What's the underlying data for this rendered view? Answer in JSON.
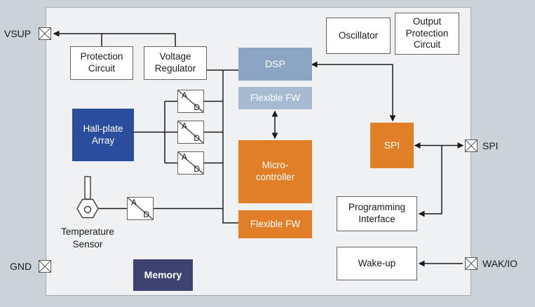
{
  "diagram": {
    "pins": {
      "vsup": "VSUP",
      "gnd": "GND",
      "spi": "SPI",
      "wakio": "WAK/IO"
    },
    "blocks": {
      "protection_circuit": "Protection\nCircuit",
      "voltage_regulator": "Voltage\nRegulator",
      "dsp": "DSP",
      "flexible_fw_top": "Flexible FW",
      "oscillator": "Oscillator",
      "output_protection_circuit": "Output\nProtection\nCircuit",
      "hall_plate_array": "Hall-plate\nArray",
      "microcontroller": "Micro-\ncontroller",
      "flexible_fw_bottom": "Flexible FW",
      "spi": "SPI",
      "programming_interface": "Programming\nInterface",
      "wake_up": "Wake-up",
      "memory": "Memory",
      "temperature_sensor": "Temperature\nSensor"
    },
    "adc": {
      "a": "A",
      "d": "D"
    },
    "colors": {
      "background": "#cbd2d8",
      "chip_panel": "#f0f1f3",
      "dsp_blue": "#8da5c4",
      "flexible_fw_blue": "#a6bad2",
      "orange": "#e07f27",
      "hall_blue": "#2a4d9d",
      "memory_navy": "#3d4270",
      "line": "#1a1a1a"
    }
  }
}
